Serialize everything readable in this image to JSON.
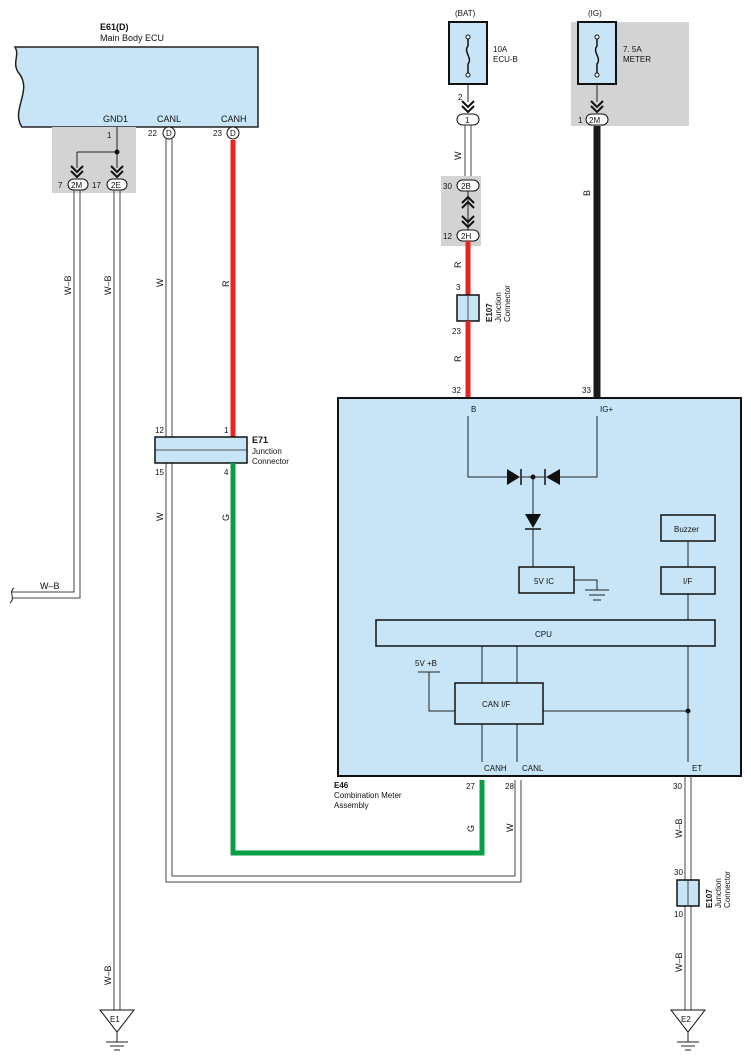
{
  "ecu": {
    "id": "E61(D)",
    "name": "Main Body ECU",
    "pins": {
      "gnd1": {
        "num": "1",
        "label": "GND1"
      },
      "canl": {
        "num": "22",
        "label": "CANL",
        "conn": "D"
      },
      "canh": {
        "num": "23",
        "label": "CANH",
        "conn": "D"
      }
    }
  },
  "ground_connectors": {
    "left": {
      "num": "7",
      "id": "2M"
    },
    "right": {
      "num": "17",
      "id": "2E"
    }
  },
  "fuses": {
    "bat": {
      "supply": "(BAT)",
      "rating": "10A",
      "name": "ECU-B",
      "pin": "2",
      "conn": "1"
    },
    "ig": {
      "supply": "(IG)",
      "rating": "7. 5A",
      "name": "METER",
      "pin": "1",
      "conn": "2M"
    }
  },
  "inline_connectors": {
    "upper": {
      "num": "30",
      "id": "2B"
    },
    "lower": {
      "num": "12",
      "id": "2H"
    }
  },
  "jc_e107_top": {
    "id": "E107",
    "type": "Junction",
    "type2": "Connector",
    "pin_in": "3",
    "pin_out": "23"
  },
  "jc_e107_bottom": {
    "id": "E107",
    "type": "Junction",
    "type2": "Connector",
    "pin_in": "30",
    "pin_out": "10"
  },
  "jc_e71": {
    "id": "E71",
    "type": "Junction",
    "type2": "Connector",
    "pins": {
      "tl": "12",
      "tr": "1",
      "bl": "15",
      "br": "4"
    }
  },
  "meter": {
    "id": "E46",
    "name": "Combination Meter",
    "name2": "Assembly",
    "pins": {
      "b": {
        "num": "32",
        "label": "B"
      },
      "ig": {
        "num": "33",
        "label": "IG+"
      },
      "canh": {
        "num": "27",
        "label": "CANH"
      },
      "canl": {
        "num": "28",
        "label": "CANL"
      },
      "et": {
        "num": "30",
        "label": "ET"
      }
    },
    "blocks": {
      "ic": "5V IC",
      "cpu": "CPU",
      "can": "CAN I/F",
      "buzzer": "Buzzer",
      "if": "I/F",
      "vb": "5V +B"
    }
  },
  "wire_colors": {
    "wb": "W–B",
    "w": "W",
    "r": "R",
    "b": "B",
    "g": "G"
  },
  "grounds": {
    "left": "E1",
    "right": "E2"
  },
  "colors": {
    "red": "#e82424",
    "green": "#0a9e46",
    "black": "#1a1a1a",
    "fill": "#c7e5f7",
    "gray": "#d3d3d3"
  }
}
